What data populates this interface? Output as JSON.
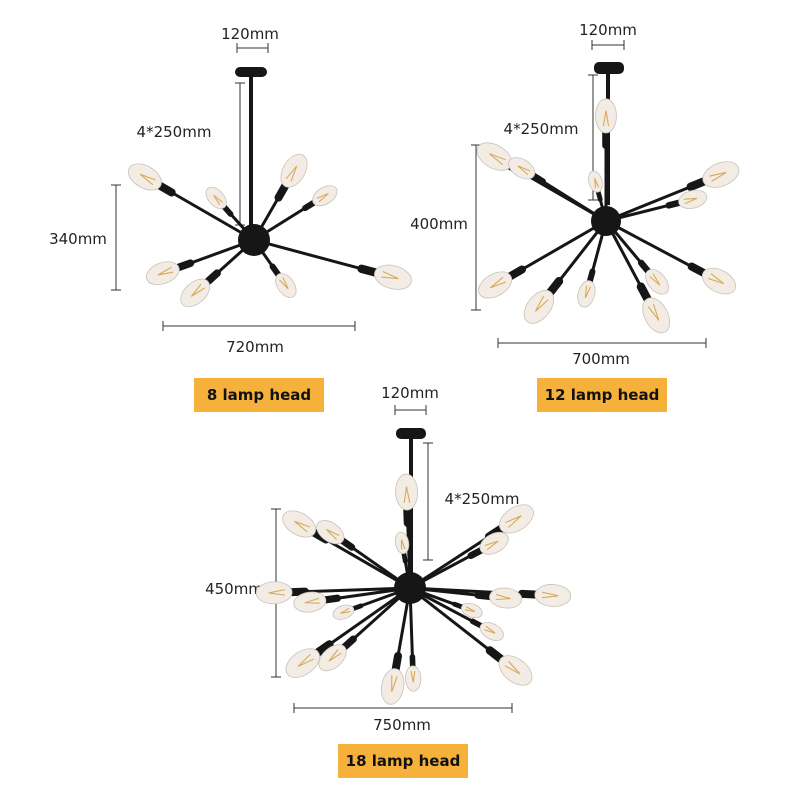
{
  "colors": {
    "metal": "#161616",
    "bulb_glass": "#f2ece4",
    "bulb_filament": "#d9a95a",
    "dimension_line": "#333333",
    "badge_bg": "#f6b13a"
  },
  "variants": [
    {
      "canopy_width": "120mm",
      "rod_length": "4*250mm",
      "height": "340mm",
      "width": "720mm",
      "label": "8 lamp head",
      "arm_count": 8
    },
    {
      "canopy_width": "120mm",
      "rod_length": "4*250mm",
      "height": "400mm",
      "width": "700mm",
      "label": "12 lamp head",
      "arm_count": 12
    },
    {
      "canopy_width": "120mm",
      "rod_length": "4*250mm",
      "height": "450mm",
      "width": "750mm",
      "label": "18 lamp head",
      "arm_count": 18
    }
  ]
}
